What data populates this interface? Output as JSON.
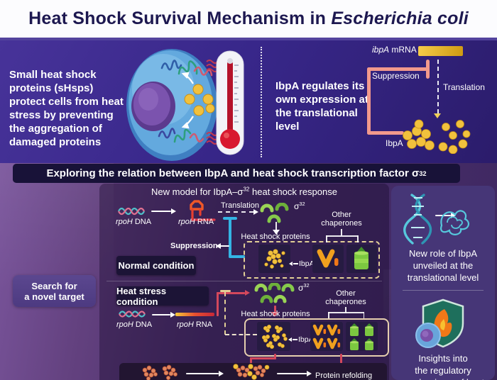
{
  "header": {
    "title": "Heat Shock Survival Mechanism in ",
    "species": "Escherichia coli"
  },
  "intro": {
    "left_text": "Small heat shock\nproteins (sHsps)\nprotect cells from heat\nstress by preventing\nthe aggregation of\ndamaged proteins",
    "right_text": "IbpA regulates its\nown expression at\nthe translational\nlevel",
    "mrna_gene": "ibpA",
    "mrna_suffix": " mRNA",
    "suppression": "Suppression",
    "translation": "Translation",
    "ibpa": "IbpA"
  },
  "banner": {
    "text": "Exploring the relation between IbpA and heat shock transcription factor σ",
    "sup": "32"
  },
  "model": {
    "title_pre": "New model for IbpA–σ",
    "title_sup": "32",
    "title_post": " heat shock response",
    "gene": "rpoH",
    "dna_suffix": " DNA",
    "rna_suffix": " RNA",
    "translation": "Translation",
    "suppression": "Suppression",
    "sigma": "σ",
    "sigma_sup": "32",
    "hsp": "Heat shock proteins",
    "other_chaperones": "Other\nchaperones",
    "ibpa": "IbpA",
    "normal_condition": "Normal condition",
    "stress_condition": "Heat stress condition",
    "refolding": "Protein refolding"
  },
  "callouts": {
    "left_cta": "Search for\na novel target",
    "right_top": "New role of IbpA\nunveiled at the\ntranslational level",
    "right_bottom": "Insights into\nthe regulatory\nmechanisms of heat"
  },
  "colors": {
    "header_text": "#1d1850",
    "header_underline": "#53439d",
    "top_bg": "#38278a",
    "lower_bg": "#4a2f6a",
    "banner_bg": "#181238",
    "gold": "#e8b32c",
    "suppression_pink": "#f2998c",
    "cyan": "#34b4e4",
    "sigma_green": "#86c94b",
    "chaperone_orange": "#f0a01e",
    "chaperonin_green": "#7cc840",
    "arrow_red": "#d4485c",
    "shsp_yellow": "#f2c23e"
  }
}
